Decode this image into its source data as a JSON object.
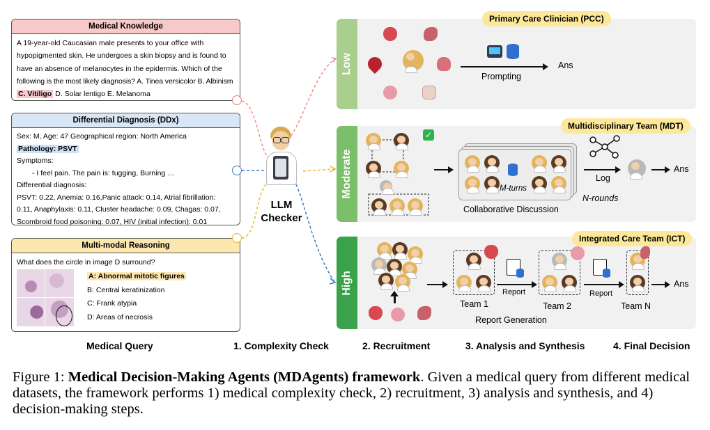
{
  "cards": {
    "medical_knowledge": {
      "title": "Medical Knowledge",
      "lines": [
        "A 19-year-old Caucasian male presents to your office with",
        "hypopigmented skin. He undergoes a skin biopsy and is found to",
        "have an absence of melanocytes in the epidermis. Which of the",
        "following is the most likely diagnosis? A. Tinea versicolor B. Albinism"
      ],
      "answer": "C. Vitiligo",
      "last_rest": " D. Solar lentigo E. Melanoma"
    },
    "ddx": {
      "title": "Differential Diagnosis (DDx)",
      "line1": "Sex: M, Age: 47 Geographical region: North America",
      "pathology": "Pathology: PSVT",
      "symptoms": "Symptoms:",
      "symptom_item": "- I feel pain. The pain is: tugging, Burning …",
      "diff_label": "Differential diagnosis:",
      "diff_lines": [
        "PSVT: 0.22, Anemia: 0.16,Panic attack: 0.14, Atrial fibrillation:",
        "0.11, Anaphylaxis: 0.11, Cluster headache: 0.09, Chagas: 0.07,",
        "Scombroid food poisoning: 0.07, HIV (initial infection): 0.01"
      ]
    },
    "multimodal": {
      "title": "Multi-modal Reasoning",
      "question": "What does the circle in image D surround?",
      "options": [
        "A: Abnormal mitotic figures",
        "B: Central keratinization",
        "C: Frank atypia",
        "D: Areas of necrosis"
      ]
    }
  },
  "checker": {
    "line1": "LLM",
    "line2": "Checker"
  },
  "panels": {
    "low": {
      "label": "Low",
      "badge": "Primary Care Clinician (PCC)",
      "prompting": "Prompting",
      "ans": "Ans"
    },
    "moderate": {
      "label": "Moderate",
      "badge": "Multidisciplinary Team (MDT)",
      "m_turns": "M-turns",
      "log": "Log",
      "ans": "Ans",
      "n_rounds": "N-rounds",
      "discussion": "Collaborative Discussion"
    },
    "high": {
      "label": "High",
      "badge": "Integrated Care Team (ICT)",
      "team1": "Team 1",
      "team2": "Team 2",
      "teamN": "Team N",
      "report1": "Report",
      "report2": "Report",
      "ans": "Ans",
      "report_generation": "Report Generation"
    }
  },
  "steps": [
    "Medical Query",
    "1. Complexity Check",
    "2. Recruitment",
    "3. Analysis and Synthesis",
    "4. Final Decision"
  ],
  "caption": {
    "prefix": "Figure 1: ",
    "bold": "Medical Decision-Making Agents (MDAgents) framework",
    "rest": ". Given a medical query from different medical datasets, the framework performs 1) medical complexity check, 2) recruitment, 3) analysis and synthesis, and 4) decision-making steps."
  },
  "colors": {
    "low": "#a8cf8e",
    "moderate": "#7bbf6b",
    "high": "#39a24a",
    "badge": "#fde89a",
    "red_line": "#f08a8a",
    "blue_line": "#3b78c2",
    "yellow_line": "#e6b52c"
  },
  "icons": [
    "doctor-icon",
    "heart-icon",
    "kidney-icon",
    "lung-icon",
    "brain-icon",
    "blood-icon",
    "bone-icon",
    "monitor-icon",
    "database-icon",
    "document-icon",
    "checkmark-icon",
    "network-icon"
  ]
}
